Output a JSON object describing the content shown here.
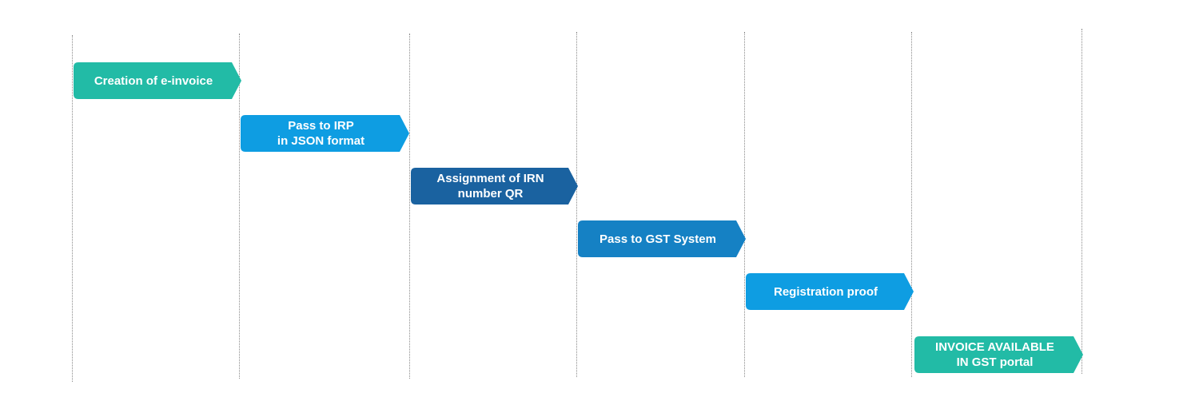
{
  "steps": [
    {
      "line1": "Creation of e-invoice",
      "line2": "",
      "color": "#22bba6"
    },
    {
      "line1": "Pass to IRP",
      "line2": "in JSON format",
      "color": "#0e9de2"
    },
    {
      "line1": "Assignment of IRN",
      "line2": "number QR",
      "color": "#1a62a0"
    },
    {
      "line1": "Pass to GST System",
      "line2": "",
      "color": "#1581c4"
    },
    {
      "line1": "Registration proof",
      "line2": "",
      "color": "#0e9de2"
    },
    {
      "line1": "INVOICE AVAILABLE",
      "line2": "IN GST portal",
      "color": "#22bba6"
    }
  ]
}
